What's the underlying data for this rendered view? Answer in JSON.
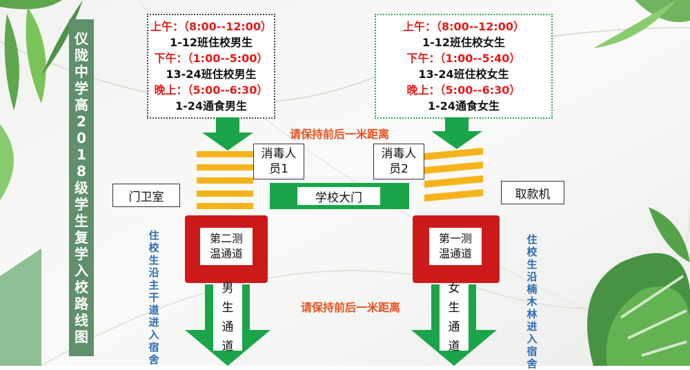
{
  "title": "仪陇中学高2018级学生复学入校路线图",
  "left_schedule": [
    {
      "t": "上午：（8:00--12:00）",
      "c": "red"
    },
    {
      "t": "1-12班住校男生",
      "c": "blk"
    },
    {
      "t": "下午：（1:00--5:00）",
      "c": "red"
    },
    {
      "t": "13-24班住校男生",
      "c": "blk"
    },
    {
      "t": "晚上：（5:00--6:30）",
      "c": "red"
    },
    {
      "t": "1-24通食男生",
      "c": "blk"
    }
  ],
  "right_schedule": [
    {
      "t": "上午：（8:00--12:00）",
      "c": "red"
    },
    {
      "t": "1-12班住校女生",
      "c": "blk"
    },
    {
      "t": "下午：（1:00--5:40）",
      "c": "red"
    },
    {
      "t": "13-24班住校女生",
      "c": "blk"
    },
    {
      "t": "晚上：（5:00--6:30）",
      "c": "red"
    },
    {
      "t": "1-24通食女生",
      "c": "blk"
    }
  ],
  "warning_top": "请保持前后一米距离",
  "warning_bottom": "请保持前后一米距离",
  "disinfect_1": [
    "消毒人",
    "员1"
  ],
  "disinfect_2": [
    "消毒人",
    "员2"
  ],
  "gatehouse": "门卫室",
  "atm": "取款机",
  "school_gate": "学校大门",
  "tunnel_2": [
    "第二测",
    "温通道"
  ],
  "tunnel_1": [
    "第一测",
    "温通道"
  ],
  "male_channel": "男生通道",
  "female_channel": "女生通道",
  "left_route": "住校生沿主干道进入宿舍",
  "right_route": "住校生沿楠木林进入宿舍",
  "colors": {
    "arrow": "#1aa54a",
    "stripe": "#f5b41c",
    "tunnel": "#cc1a1a",
    "route_text": "#2c6cb5",
    "warning": "#e8501e",
    "title_bar": "#5f8f6b"
  }
}
